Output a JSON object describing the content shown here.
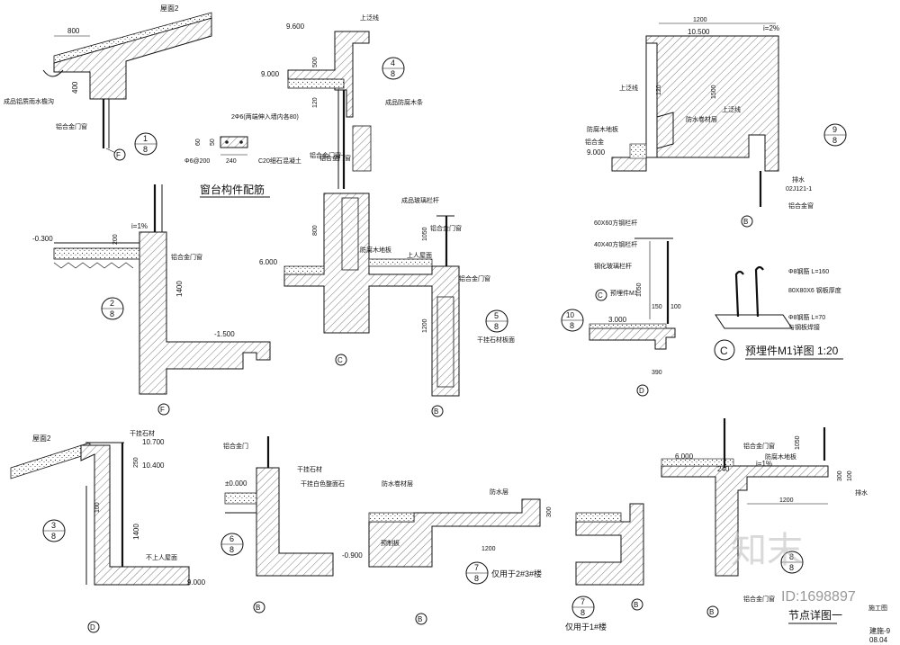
{
  "drawing": {
    "sheet_title": "节点详图一",
    "sheet_no": "建施-9",
    "date": "08.04",
    "stage": "施工图",
    "watermark": "ID:1698897",
    "watermark_brand": "知末"
  },
  "titles": {
    "window_rebar": "窗台构件配筋",
    "embed_m1": "预埋件M1详图  1:20",
    "only_23": "仅用于2#3#楼",
    "only_1": "仅用于1#楼"
  },
  "details": {
    "d1": {
      "num": "1",
      "sheet": "8",
      "axis": "F",
      "dim1": "800",
      "dim2": "400",
      "roof": "屋面2",
      "note1": "成品铝质雨水檐沟",
      "note2": "铝合金门窗"
    },
    "d2": {
      "num": "2",
      "sheet": "8",
      "axis": "F",
      "elev1": "-0.300",
      "elev2": "-1.500",
      "dim1": "1400",
      "dim2": "200",
      "slope": "i=1%",
      "note1": "铝合金门窗"
    },
    "d3": {
      "num": "3",
      "sheet": "8",
      "axis": "D",
      "roof": "屋面2",
      "elev1": "10.700",
      "elev2": "10.400",
      "elev3": "9.000",
      "dim1": "250",
      "dim2": "100",
      "dim3": "1400",
      "note1": "干挂石材",
      "note2": "不上人屋面"
    },
    "d4": {
      "num": "4",
      "sheet": "8",
      "elev1": "9.600",
      "elev2": "9.000",
      "dim1": "500",
      "dim2": "120",
      "note1": "上泛线",
      "note2": "成品防腐木条",
      "note3": "铝合金门窗"
    },
    "d5": {
      "num": "5",
      "sheet": "8",
      "axis": "B",
      "axis2": "C",
      "elev1": "6.000",
      "dim1": "800",
      "dim2": "1200",
      "dim3": "1050",
      "note1": "成品玻璃栏杆",
      "note2": "上人屋面",
      "note3": "铝合金门窗",
      "note4": "防腐木地板",
      "note5": "干挂石材板面",
      "note6": "铝合金门窗"
    },
    "d6": {
      "num": "6",
      "sheet": "8",
      "axis": "B",
      "elev1": "±0.000",
      "elev2": "-0.900",
      "dim1": "1200",
      "dim2": "300",
      "note1": "铝合金门",
      "note2": "干挂石材",
      "note3": "干挂白色整面石",
      "note4": "预制板",
      "note5": "防水卷材层",
      "note6": "防水层"
    },
    "d7": {
      "num": "7",
      "sheet": "8",
      "axis": "B"
    },
    "d9": {
      "num": "9",
      "sheet": "8",
      "axis": "B",
      "elev1": "10.500",
      "elev2": "9.000",
      "dim1": "1200",
      "dim2": "1500",
      "dim3": "120",
      "slope": "i=2%",
      "note1": "上泛线",
      "note2": "上泛线",
      "note3": "防水卷材层",
      "note4": "防腐木地板",
      "note5": "铝合金",
      "note6": "排水",
      "note7": "02J121-1",
      "note8": "铝合金窗"
    },
    "d10": {
      "num": "10",
      "sheet": "8",
      "axis": "D",
      "elev1": "3.000",
      "dim1": "1050",
      "dim2": "150",
      "dim3": "100",
      "dim4": "390",
      "note1": "60X60方钢栏杆",
      "note2": "40X40方钢栏杆",
      "note3": "钢化玻璃栏杆",
      "note4": "预埋件M1",
      "note5": "C"
    },
    "embed": {
      "note1": "Φ8钢筋 L=160",
      "note2": "80X80X6 钢板厚度",
      "note3": "Φ8钢筋 L=70",
      "note4": "与钢板焊接",
      "label": "C"
    },
    "rebar": {
      "note1": "2Φ6(两端伸入墙内各80)",
      "note2": "Φ6@200",
      "note3": "C20细石混凝土",
      "dim1": "240",
      "dim2": "60",
      "dim3": "50"
    },
    "d8": {
      "num": "8",
      "sheet": "8",
      "axis": "B",
      "elev1": "6.000",
      "dim1": "1200",
      "dim2": "240",
      "dim3": "1050",
      "dim4": "300",
      "dim5": "100",
      "slope": "i=1%",
      "note1": "铝合金门窗",
      "note2": "防腐木地板",
      "note3": "排水",
      "note4": "铝合金门窗"
    }
  }
}
